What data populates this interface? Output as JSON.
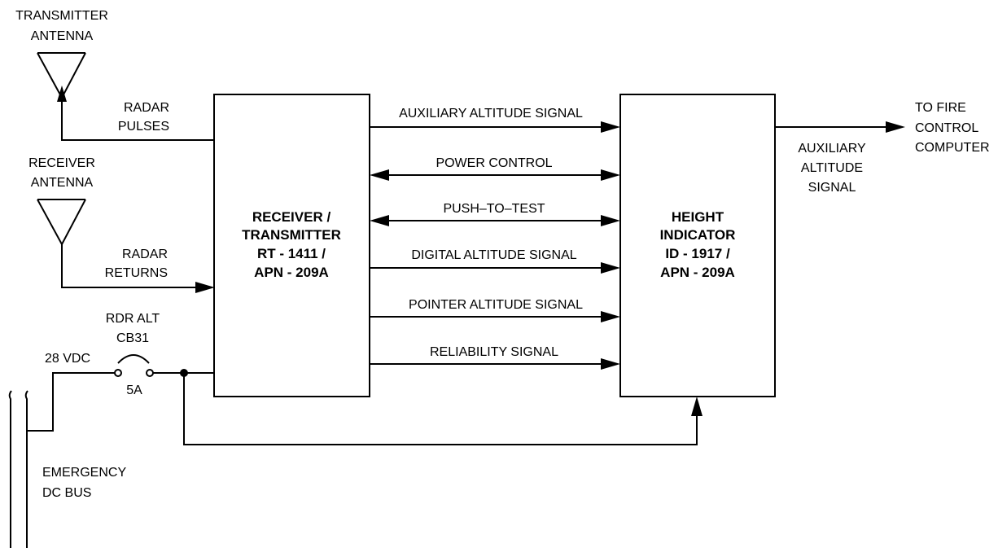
{
  "antennas": {
    "transmitter": [
      "TRANSMITTER",
      "ANTENNA"
    ],
    "receiver": [
      "RECEIVER",
      "ANTENNA"
    ]
  },
  "left_signals": {
    "radar_pulses": [
      "RADAR",
      "PULSES"
    ],
    "radar_returns": [
      "RADAR",
      "RETURNS"
    ]
  },
  "receiver_transmitter": {
    "lines": [
      "RECEIVER /",
      "TRANSMITTER",
      "RT - 1411 /",
      "APN - 209A"
    ]
  },
  "height_indicator": {
    "lines": [
      "HEIGHT",
      "INDICATOR",
      "ID - 1917 /",
      "APN - 209A"
    ]
  },
  "signals": [
    {
      "label": "AUXILIARY ALTITUDE SIGNAL",
      "direction": "right"
    },
    {
      "label": "POWER CONTROL",
      "direction": "both"
    },
    {
      "label": "PUSH–TO–TEST",
      "direction": "both"
    },
    {
      "label": "DIGITAL ALTITUDE SIGNAL",
      "direction": "right"
    },
    {
      "label": "POINTER ALTITUDE SIGNAL",
      "direction": "right"
    },
    {
      "label": "RELIABILITY SIGNAL",
      "direction": "right"
    }
  ],
  "output": {
    "destination": [
      "TO FIRE",
      "CONTROL",
      "COMPUTER"
    ],
    "signal": [
      "AUXILIARY",
      "ALTITUDE",
      "SIGNAL"
    ]
  },
  "power": {
    "voltage": "28 VDC",
    "breaker_name": [
      "RDR ALT",
      "CB31"
    ],
    "breaker_rating": "5A",
    "bus": [
      "EMERGENCY",
      "DC BUS"
    ]
  }
}
